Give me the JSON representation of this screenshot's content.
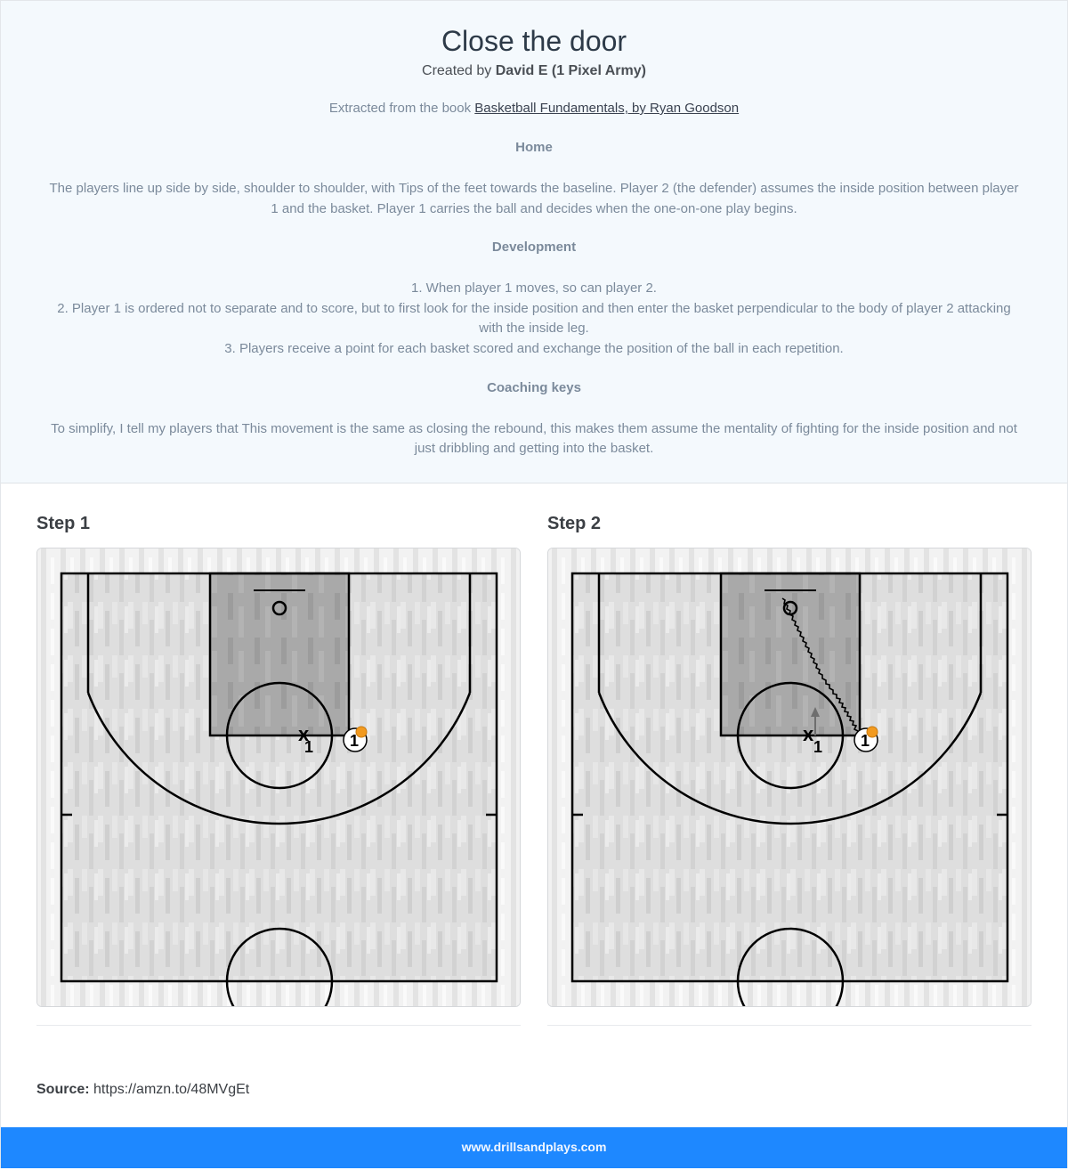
{
  "header": {
    "title": "Close the door",
    "created_by_label": "Created by",
    "author": "David E (1 Pixel Army)",
    "extracted_label": "Extracted from the book",
    "book_link": "Basketball Fundamentals, by Ryan Goodson"
  },
  "sections": [
    {
      "title": "Home",
      "paragraphs": [
        "The players line up side by side, shoulder to shoulder, with  Tips of the feet towards the baseline. Player 2 (the defender) assumes the inside position between player 1 and the basket. Player 1 carries the ball and decides when the one-on-one play begins."
      ]
    },
    {
      "title": "Development",
      "lines": [
        "1. When player 1 moves, so can player 2.",
        "2. Player 1 is ordered not to separate and to score, but to first look for the inside position and then enter the basket perpendicular to the body of player 2 attacking with the inside leg.",
        "3. Players receive a point for each basket scored and exchange the position of the ball in each repetition."
      ]
    },
    {
      "title": "Coaching keys",
      "paragraphs": [
        "To simplify, I tell my players that This movement is the same as closing the rebound, this makes them assume the mentality of fighting for the inside position and not just dribbling and getting into the basket."
      ]
    }
  ],
  "steps": [
    {
      "title": "Step 1",
      "defender_label": "1",
      "offense_label": "1",
      "has_dribble_path": false
    },
    {
      "title": "Step 2",
      "defender_label": "1",
      "offense_label": "1",
      "has_dribble_path": true
    }
  ],
  "source": {
    "label": "Source:",
    "url": "https://amzn.to/48MVgEt"
  },
  "footer": {
    "site": "www.drillsandplays.com"
  },
  "colors": {
    "footer_bg": "#1e88ff",
    "intro_bg": "#f4f9fd",
    "ball": "#f29a1f"
  }
}
